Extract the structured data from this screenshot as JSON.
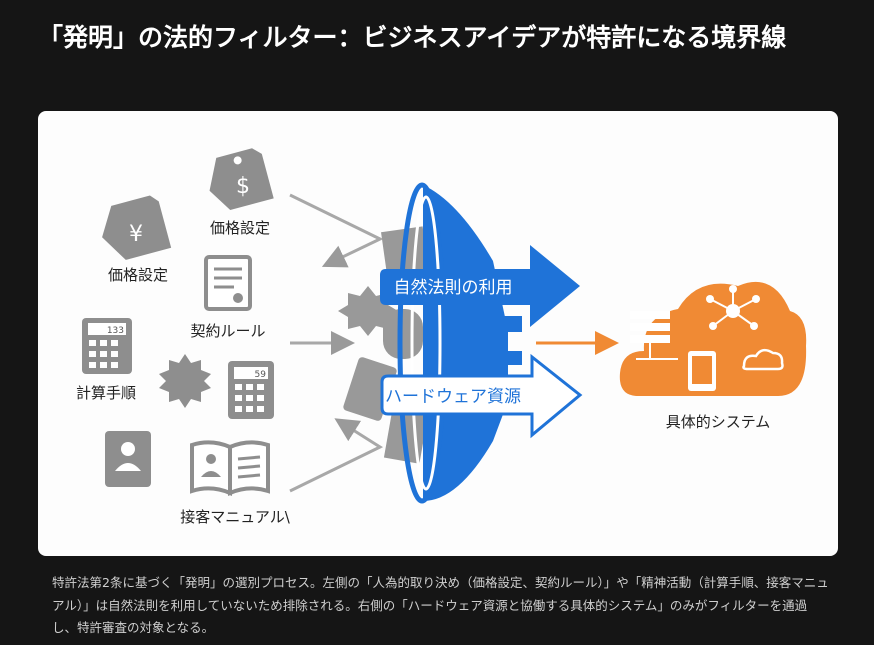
{
  "title": "「発明」の法的フィルター：ビジネスアイデアが特許になる境界線",
  "diagram": {
    "inputs": {
      "price_tag_dollar_label": "価格設定",
      "price_tag_yen_label": "価格設定",
      "contract_label": "契約ルール",
      "calc_label": "計算手順",
      "manual_label": "接客マニュアル\\",
      "calc1_display": "133",
      "calc2_display": "59",
      "dollar_symbol": "$",
      "yen_symbol": "¥"
    },
    "filter": {
      "natural_law_label": "自然法則の利用",
      "hardware_label": "ハードウェア資源"
    },
    "output": {
      "system_label": "具体的システム"
    },
    "colors": {
      "blue": "#1f73d8",
      "orange": "#f08a34",
      "gray": "#9a9a9a"
    }
  },
  "caption": "特許法第2条に基づく「発明」の選別プロセス。左側の「人為的取り決め（価格設定、契約ルール）」や「精神活動（計算手順、接客マニュアル）」は自然法則を利用していないため排除される。右側の「ハードウェア資源と協働する具体的システム」のみがフィルターを通過し、特許審査の対象となる。"
}
